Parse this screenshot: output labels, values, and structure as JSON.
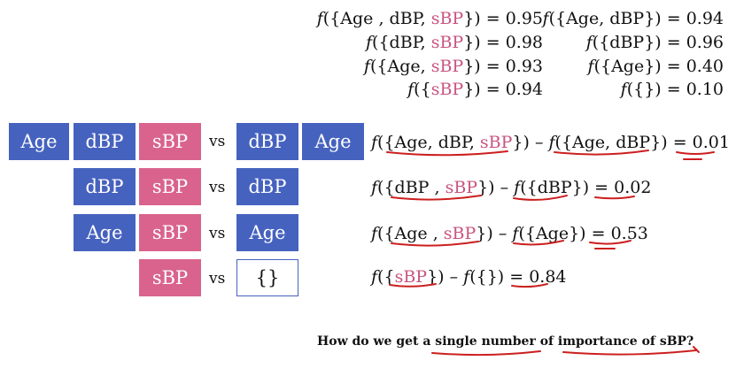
{
  "values_left": [
    {
      "pre": "({Age , dBP, ",
      "pink": "sBP",
      "post": "}) = 0.95"
    },
    {
      "pre": "({dBP, ",
      "pink": "sBP",
      "post": "}) = 0.98"
    },
    {
      "pre": "({Age, ",
      "pink": "sBP",
      "post": "}) = 0.93"
    },
    {
      "pre": "({",
      "pink": "sBP",
      "post": "}) = 0.94"
    }
  ],
  "values_right": [
    "({Age, dBP}) = 0.94",
    "({dBP}) = 0.96",
    "({Age}) = 0.40",
    "({}) = 0.10"
  ],
  "f_symbol": "f",
  "rows": [
    {
      "left_boxes": [
        "Age",
        "dBP",
        "sBP"
      ],
      "vs": "vs",
      "right_boxes": [
        "dBP",
        "Age"
      ],
      "expr": {
        "a_pre": "({Age, dBP, ",
        "a_pink": "sBP",
        "a_post": "}) – ",
        "b": "({Age, dBP}) = ",
        "result": "0.01"
      }
    },
    {
      "left_boxes": [
        "dBP",
        "sBP"
      ],
      "vs": "vs",
      "right_boxes": [
        "dBP"
      ],
      "expr": {
        "a_pre": "({dBP , ",
        "a_pink": "sBP",
        "a_post": "}) – ",
        "b": "({dBP}) = ",
        "result": "0.02"
      }
    },
    {
      "left_boxes": [
        "Age",
        "sBP"
      ],
      "vs": "vs",
      "right_boxes": [
        "Age"
      ],
      "expr": {
        "a_pre": "({Age , ",
        "a_pink": "sBP",
        "a_post": "}) – ",
        "b": "({Age}) = ",
        "result": "0.53"
      }
    },
    {
      "left_boxes": [
        "sBP"
      ],
      "vs": "vs",
      "right_boxes": [
        "{}"
      ],
      "expr": {
        "a_pre": "({",
        "a_pink": "sBP",
        "a_post": "}) – ",
        "b": "({}) = ",
        "result": "0.84"
      }
    }
  ],
  "question": "How do we get a single number of importance of sBP?",
  "colors": {
    "blue": "#4662bf",
    "pink": "#d9638d",
    "pink_text": "#c8547f",
    "ink": "#cc1f1f"
  }
}
